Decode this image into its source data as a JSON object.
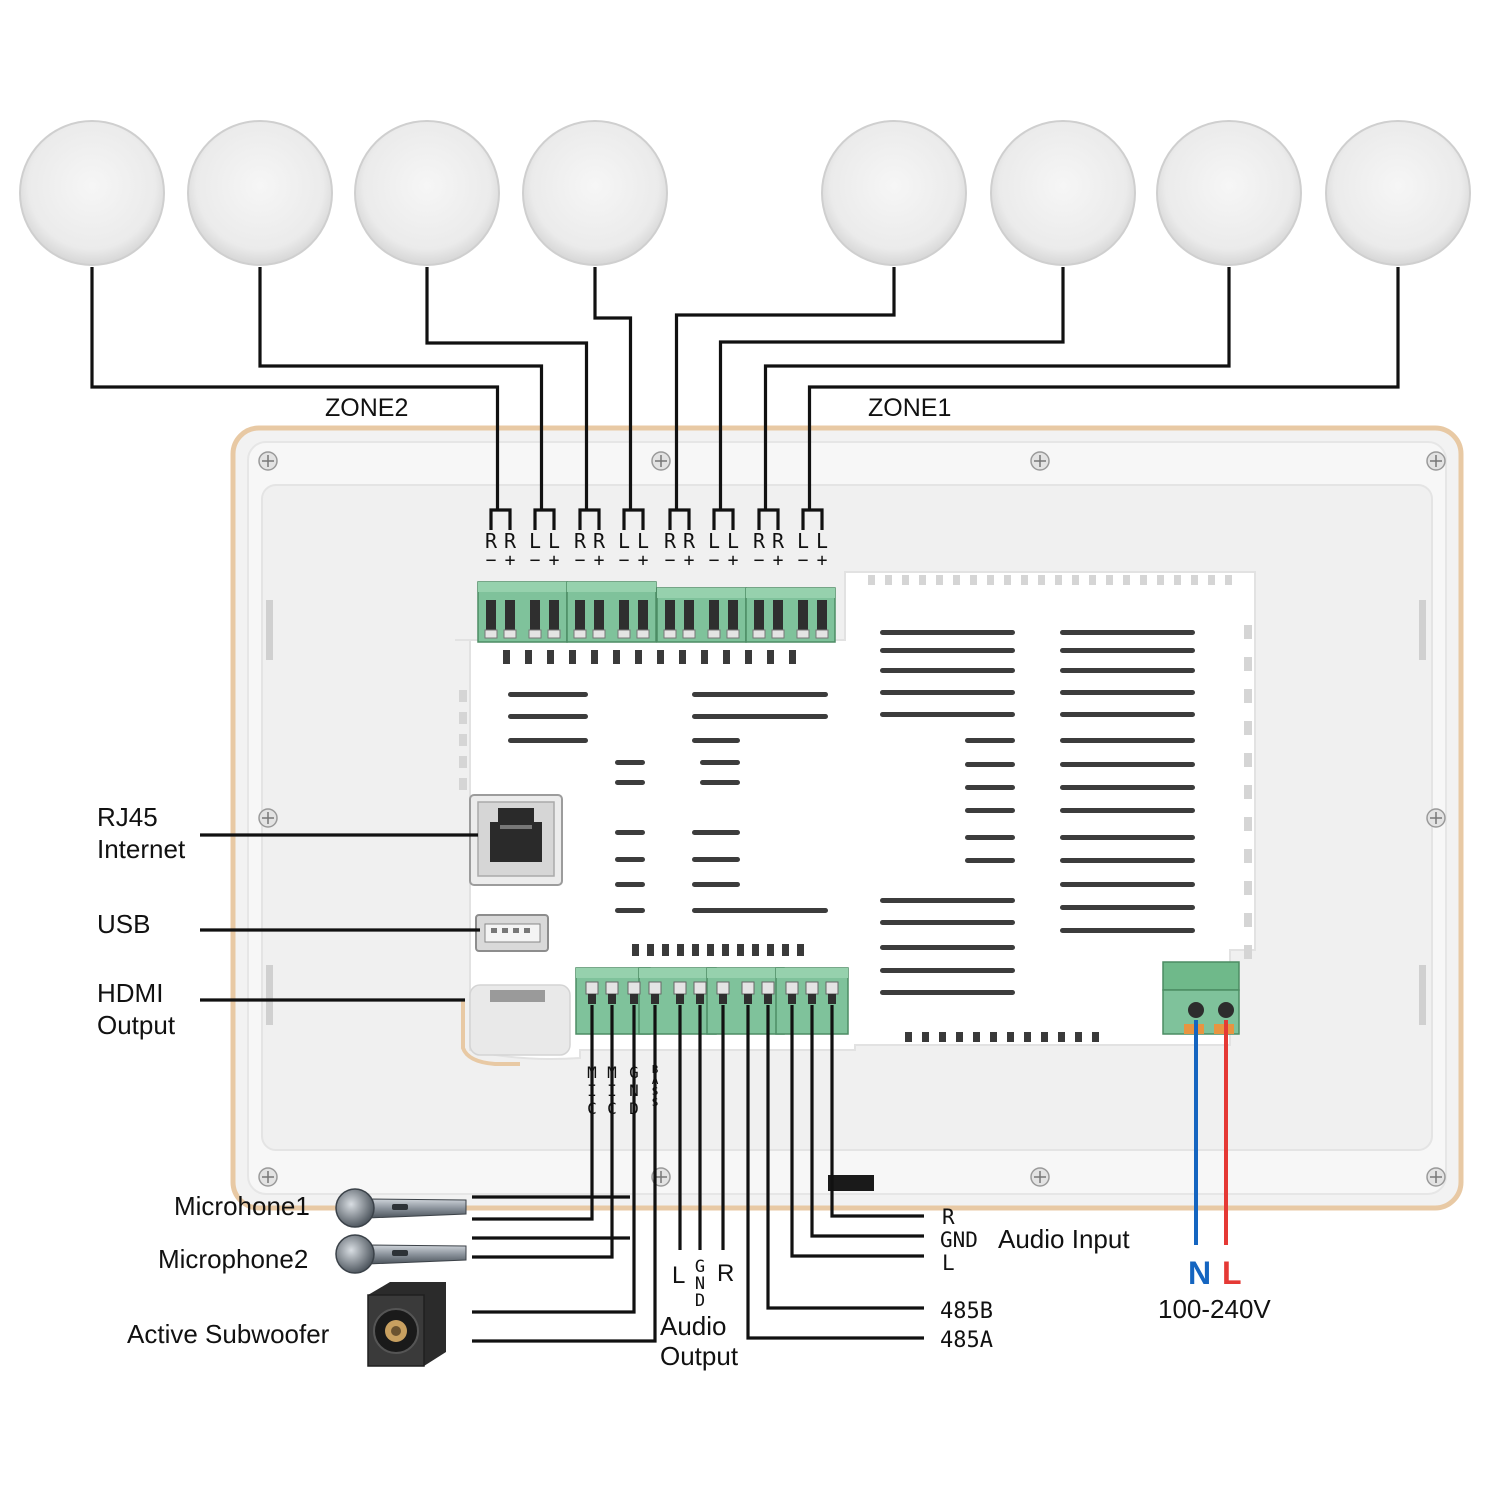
{
  "zones": {
    "zone1": "ZONE1",
    "zone2": "ZONE2"
  },
  "speaker_terminals": {
    "zone2": [
      {
        "letter": "R",
        "sign": "−"
      },
      {
        "letter": "R",
        "sign": "+"
      },
      {
        "letter": "L",
        "sign": "−"
      },
      {
        "letter": "L",
        "sign": "+"
      },
      {
        "letter": "R",
        "sign": "−"
      },
      {
        "letter": "R",
        "sign": "+"
      },
      {
        "letter": "L",
        "sign": "−"
      },
      {
        "letter": "L",
        "sign": "+"
      }
    ],
    "zone1": [
      {
        "letter": "R",
        "sign": "−"
      },
      {
        "letter": "R",
        "sign": "+"
      },
      {
        "letter": "L",
        "sign": "−"
      },
      {
        "letter": "L",
        "sign": "+"
      },
      {
        "letter": "R",
        "sign": "−"
      },
      {
        "letter": "R",
        "sign": "+"
      },
      {
        "letter": "L",
        "sign": "−"
      },
      {
        "letter": "L",
        "sign": "+"
      }
    ]
  },
  "left_ports": {
    "rj45_line1": "RJ45",
    "rj45_line2": "Internet",
    "usb": "USB",
    "hdmi_line1": "HDMI",
    "hdmi_line2": "Output"
  },
  "bottom_pins": {
    "mic1": "MIC",
    "mic2": "MIC",
    "gnd": "GND",
    "bass": "BASS"
  },
  "devices": {
    "microphone1": "Microhone1",
    "microphone2": "Microphone2",
    "subwoofer": "Active Subwoofer"
  },
  "audio_output": {
    "l": "L",
    "gnd": "GND",
    "r": "R",
    "title_line1": "Audio",
    "title_line2": "Output"
  },
  "audio_input": {
    "r": "R",
    "gnd": "GND",
    "l": "L",
    "title": "Audio Input"
  },
  "rs485": {
    "b": "485B",
    "a": "485A"
  },
  "power": {
    "n": "N",
    "l": "L",
    "voltage": "100-240V",
    "n_color": "#1565c0",
    "l_color": "#e53935"
  },
  "colors": {
    "terminal_green": "#7fc29b",
    "bezel": "#e8c9a4",
    "wire": "#111111"
  }
}
